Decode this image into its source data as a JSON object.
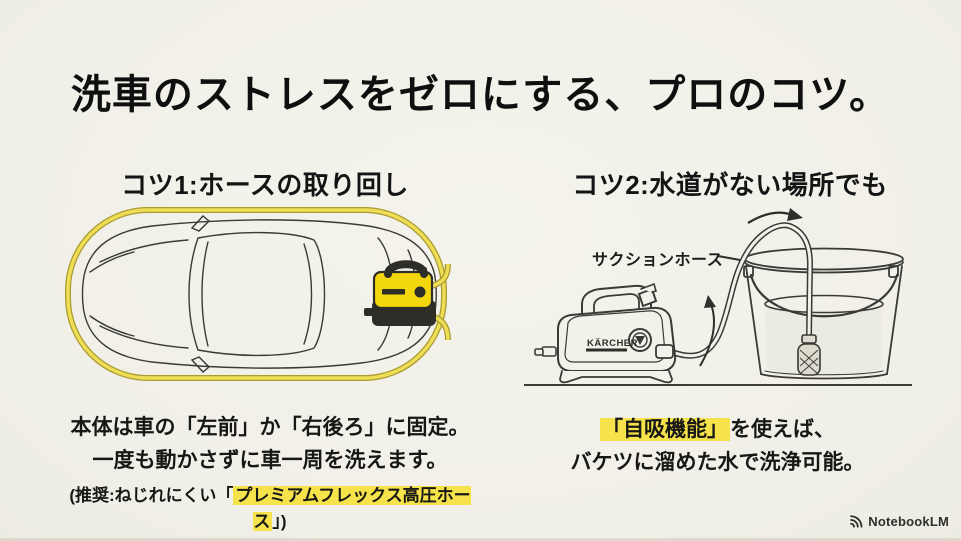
{
  "page": {
    "title": "洗車のストレスをゼロにする、プロのコツ。"
  },
  "tip1": {
    "heading": "コツ1:ホースの取り回し",
    "caption_line1": "本体は車の「左前」か「右後ろ」に固定。",
    "caption_line2": "一度も動かさずに車一周を洗えます。",
    "recommend_prefix": "(推奨:ねじれにくい「",
    "recommend_highlight": "プレミアムフレックス高圧ホース",
    "recommend_suffix": "」)"
  },
  "tip2": {
    "heading": "コツ2:水道がない場所でも",
    "suction_hose_label": "サクションホース",
    "machine_brand": "KÄRCHER",
    "caption_line1_highlight": "「自吸機能」",
    "caption_line1_rest": "を使えば、",
    "caption_line2": "バケツに溜めた水で洗浄可能。"
  },
  "footer": {
    "brand": "NotebookLM"
  },
  "colors": {
    "background": "#f2f1ea",
    "highlight_yellow": "#f6e24a",
    "hose_yellow": "#e8d64b",
    "machine_yellow": "#f2d70e",
    "line_art": "#3a3a36",
    "text": "#121212"
  }
}
